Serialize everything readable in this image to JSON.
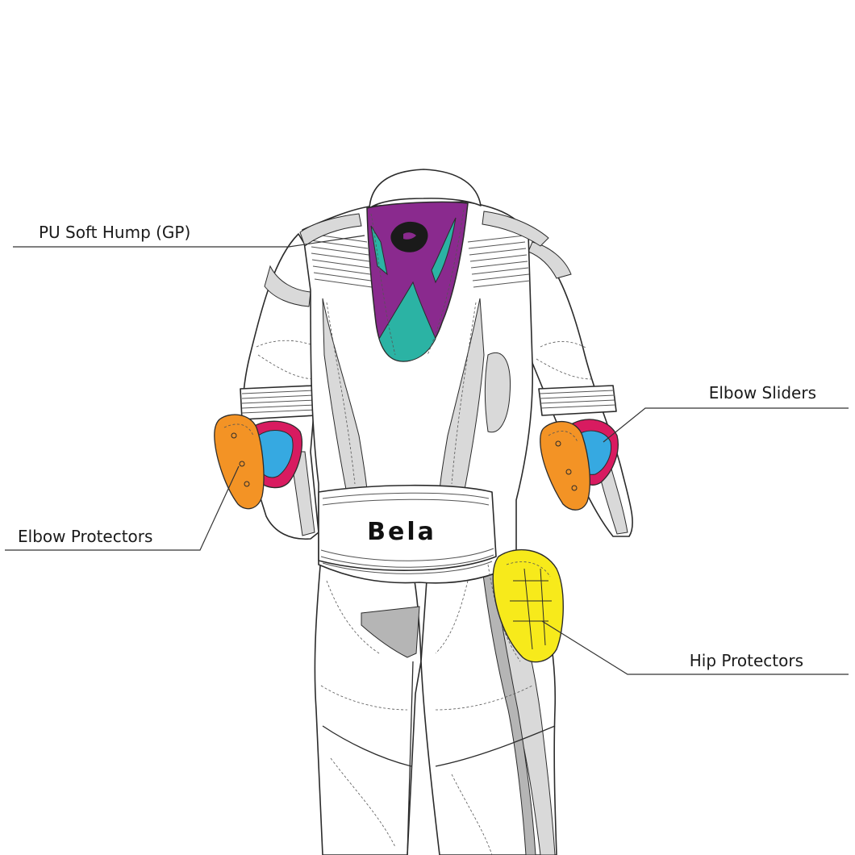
{
  "brand": {
    "logo_text": "Bela"
  },
  "callouts": [
    {
      "id": "hump",
      "label": "PU Soft Hump (GP)"
    },
    {
      "id": "elbow-sliders",
      "label": "Elbow Sliders"
    },
    {
      "id": "elbow-protectors",
      "label": "Elbow Protectors"
    },
    {
      "id": "hip-protectors",
      "label": "Hip Protectors"
    }
  ],
  "colors": {
    "suit_white": "#ffffff",
    "panel_grey": "#d9d9d9",
    "panel_dark_grey": "#b5b5b5",
    "hump_purple": "#8a2a8e",
    "hump_teal": "#2bb3a4",
    "elbow_protector_orange": "#f39325",
    "elbow_slider_magenta": "#d81b60",
    "elbow_slider_blue": "#36a9e1",
    "hip_protector_yellow": "#f7ea1b"
  }
}
